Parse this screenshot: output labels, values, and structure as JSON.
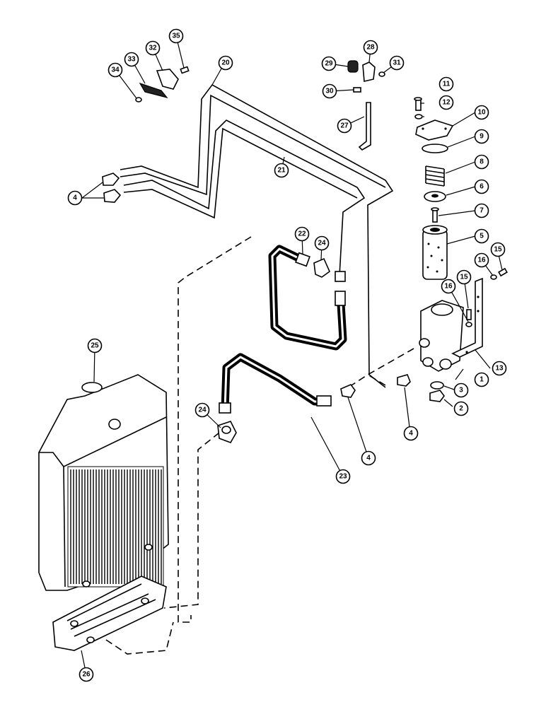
{
  "diagram": {
    "callouts": [
      "1",
      "2",
      "3",
      "4",
      "4",
      "4",
      "4",
      "5",
      "6",
      "7",
      "8",
      "9",
      "10",
      "11",
      "12",
      "13",
      "15",
      "15",
      "16",
      "16",
      "20",
      "21",
      "22",
      "23",
      "24",
      "24",
      "25",
      "26",
      "27",
      "28",
      "29",
      "30",
      "31",
      "32",
      "33",
      "34",
      "35"
    ]
  }
}
